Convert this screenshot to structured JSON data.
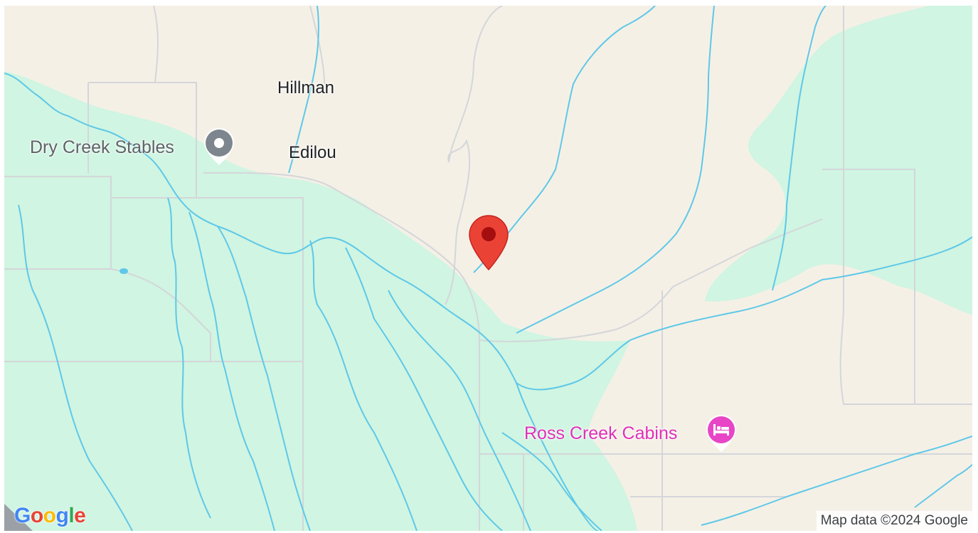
{
  "map": {
    "towns": [
      {
        "name": "Hillman"
      },
      {
        "name": "Edilou"
      }
    ],
    "pois": [
      {
        "name": "Dry Creek Stables",
        "icon": "pin-dot-icon",
        "color": "#5f6368"
      },
      {
        "name": "Ross Creek Cabins",
        "icon": "bed-icon",
        "color": "#e030b8"
      }
    ],
    "marker": {
      "icon": "red-location-pin-icon",
      "color": "#ea4335"
    },
    "colors": {
      "land": "#f5f0e6",
      "vegetation": "#d0f5e2",
      "water": "#5ec8e8",
      "road": "#d4d6da"
    }
  },
  "branding": {
    "logo_letters": [
      "G",
      "o",
      "o",
      "g",
      "l",
      "e"
    ],
    "logo_colors": [
      "#4285f4",
      "#ea4335",
      "#fbbc05",
      "#4285f4",
      "#34a853",
      "#ea4335"
    ],
    "attribution": "Map data ©2024 Google"
  }
}
